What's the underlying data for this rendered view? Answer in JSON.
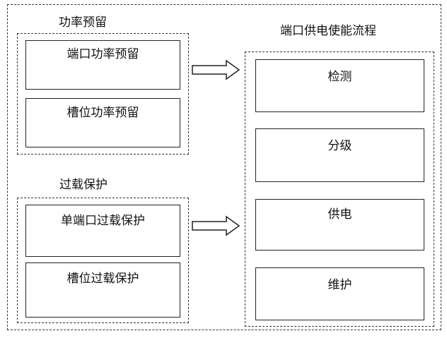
{
  "groups": {
    "power_reservation": {
      "title": "功率预留",
      "items": [
        "端口功率预留",
        "槽位功率预留"
      ]
    },
    "overload_protection": {
      "title": "过载保护",
      "items": [
        "单端口过载保护",
        "槽位过载保护"
      ]
    },
    "poe_flow": {
      "title": "端口供电使能流程",
      "steps": [
        "检测",
        "分级",
        "供电",
        "维护"
      ]
    }
  }
}
